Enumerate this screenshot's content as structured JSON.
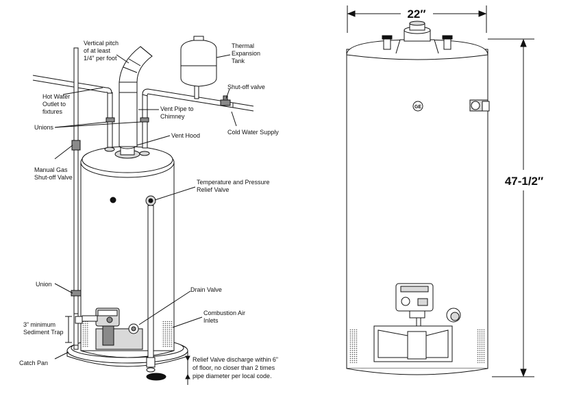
{
  "labels": {
    "vertical_pitch": [
      "Vertical pitch",
      "of at least",
      "1/4” per foot"
    ],
    "thermal_tank": [
      "Thermal",
      "Expansion",
      "Tank"
    ],
    "shutoff_valve": [
      "Shut-off valve"
    ],
    "hot_water_outlet": [
      "Hot Water",
      "Outlet to",
      "fixtures"
    ],
    "vent_pipe": [
      "Vent Pipe to",
      "Chimney"
    ],
    "unions": [
      "Unions"
    ],
    "cold_water_supply": [
      "Cold Water Supply"
    ],
    "vent_hood": [
      "Vent Hood"
    ],
    "manual_gas_valve": [
      "Manual Gas",
      "Shut-off Valve"
    ],
    "tp_relief_valve": [
      "Temperature and Pressure",
      "Relief Valve"
    ],
    "union": [
      "Union"
    ],
    "drain_valve": [
      "Drain Valve"
    ],
    "combustion_air": [
      "Combustion Air",
      "Inlets"
    ],
    "sediment_trap": [
      "3” minimum",
      "Sediment Trap"
    ],
    "catch_pan": [
      "Catch Pan"
    ],
    "relief_discharge": [
      "Relief Valve discharge within 6”",
      "of floor, no closer than 2 times",
      "pipe diameter per local code."
    ]
  },
  "dimensions": {
    "width": "22″",
    "height": "47-1/2″"
  },
  "icons": {
    "brand_logo": "ge-logo-icon"
  },
  "colors": {
    "line": "#111111",
    "shade": "#d9d9d9"
  }
}
